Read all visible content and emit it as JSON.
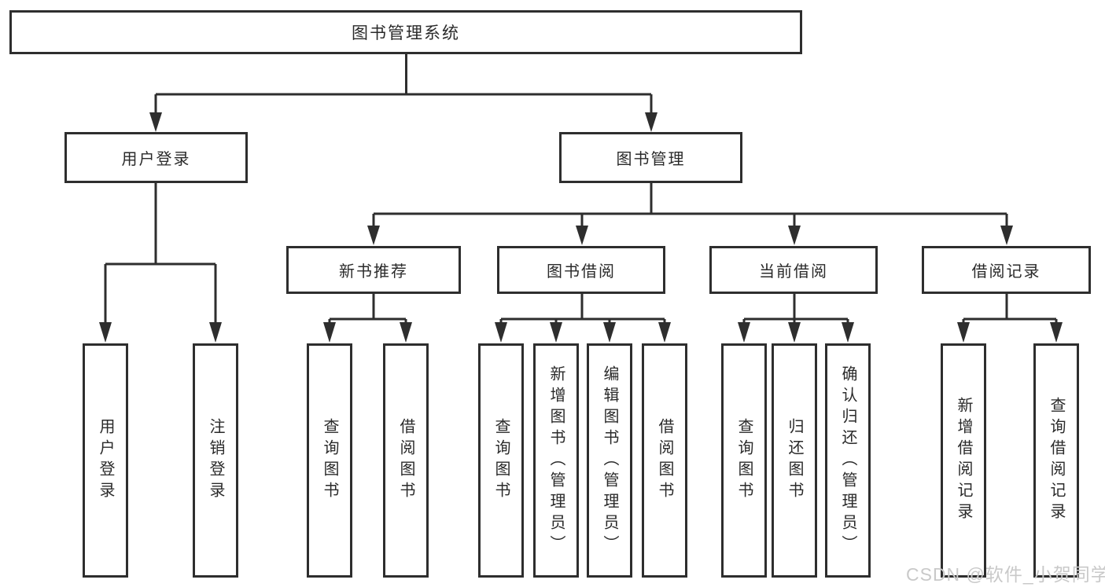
{
  "diagram": {
    "tree": {
      "root": {
        "label": "图书管理系统",
        "children": [
          {
            "label": "用户登录",
            "children": [
              {
                "label": "用户登录"
              },
              {
                "label": "注销登录"
              }
            ]
          },
          {
            "label": "图书管理",
            "children": [
              {
                "label": "新书推荐",
                "children": [
                  {
                    "label": "查询图书"
                  },
                  {
                    "label": "借阅图书"
                  }
                ]
              },
              {
                "label": "图书借阅",
                "children": [
                  {
                    "label": "查询图书"
                  },
                  {
                    "label": "新增图书（管理员）"
                  },
                  {
                    "label": "编辑图书（管理员）"
                  },
                  {
                    "label": "借阅图书"
                  }
                ]
              },
              {
                "label": "当前借阅",
                "children": [
                  {
                    "label": "查询图书"
                  },
                  {
                    "label": "归还图书"
                  },
                  {
                    "label": "确认归还（管理员）"
                  }
                ]
              },
              {
                "label": "借阅记录",
                "children": [
                  {
                    "label": "新增借阅记录"
                  },
                  {
                    "label": "查询借阅记录"
                  }
                ]
              }
            ]
          }
        ]
      }
    },
    "colors": {
      "line": "#2e2e2e",
      "text": "#2a2a2a",
      "background": "#ffffff",
      "watermark": "#c9c9c9"
    }
  },
  "watermark": {
    "text": "CSDN @软件_小贺同学"
  }
}
